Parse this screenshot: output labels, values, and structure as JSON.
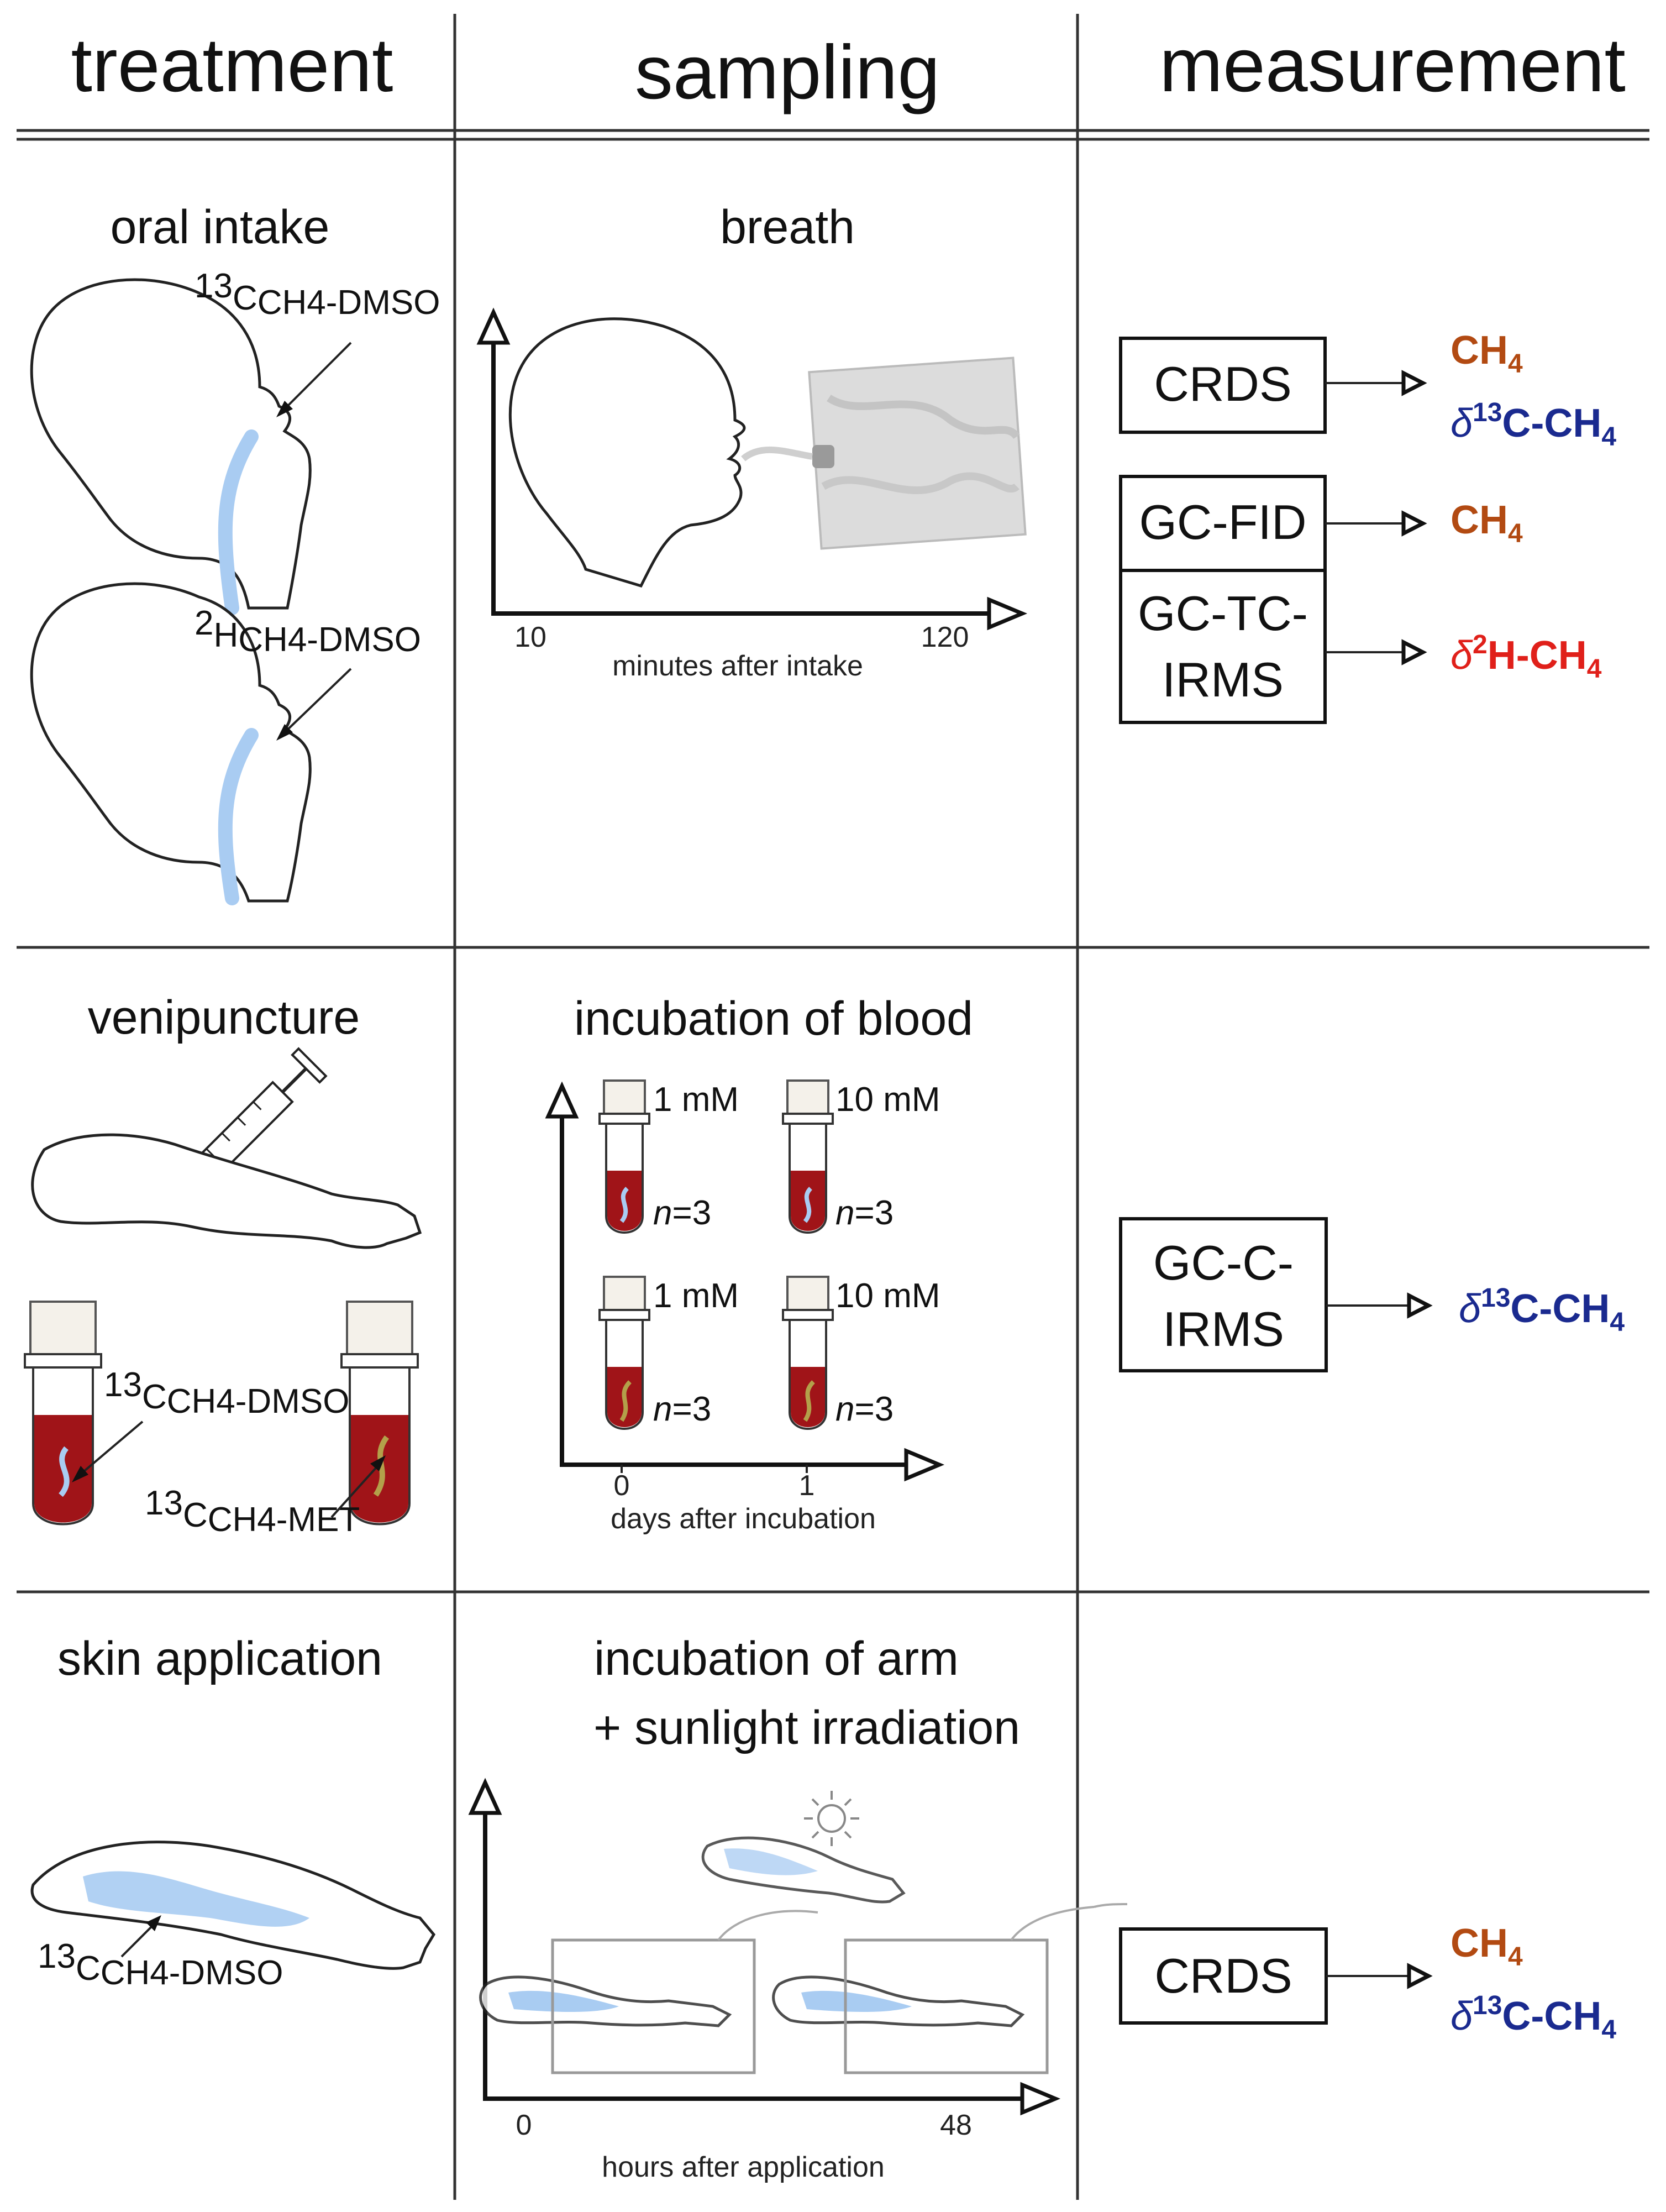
{
  "headers": {
    "treatment": "treatment",
    "sampling": "sampling",
    "measurement": "measurement"
  },
  "row1": {
    "treatment_title": "oral intake",
    "label_13c": {
      "main": "13",
      "sub": "C",
      "rest": "CH4-DMSO"
    },
    "label_2h": {
      "main": "2",
      "sub": "H",
      "rest": "CH4-DMSO"
    },
    "sampling_title": "breath",
    "axis_x_start": "10",
    "axis_x_end": "120",
    "axis_xlabel": "minutes after intake",
    "box_crds": "CRDS",
    "box_gcfid": "GC-FID",
    "box_gctc_line1": "GC-TC-",
    "box_gctc_line2": "IRMS",
    "res_ch4": "CH",
    "res_d13c": "δ",
    "res_d2h": "δ"
  },
  "row2": {
    "treatment_title": "venipuncture",
    "label_dmso": {
      "main": "13",
      "sub": "C",
      "rest": "CH4-DMSO"
    },
    "label_met": {
      "main": "13",
      "sub": "C",
      "rest": "CH4-MET"
    },
    "sampling_title": "incubation of blood",
    "conc_1": "1 mM",
    "conc_10": "10 mM",
    "n_label": "n",
    "n_value": "=3",
    "axis_x_start": "0",
    "axis_x_end": "1",
    "axis_xlabel": "days after incubation",
    "box_line1": "GC-C-",
    "box_line2": "IRMS"
  },
  "row3": {
    "treatment_title": "skin application",
    "label_dmso": {
      "main": "13",
      "sub": "C",
      "rest": "CH4-DMSO"
    },
    "sampling_title_1": "incubation of arm",
    "sampling_title_2": "+ sunlight irradiation",
    "axis_x_start": "0",
    "axis_x_end": "48",
    "axis_xlabel": "hours after application",
    "box_crds": "CRDS"
  },
  "colors": {
    "ch4": "#b24a12",
    "d13c": "#1a2a8f",
    "d2h": "#e0201a",
    "blood": "#a01418",
    "dmso_fluid": "#a9ccf2"
  }
}
